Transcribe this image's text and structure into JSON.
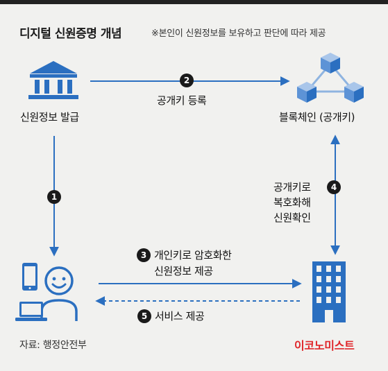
{
  "title": "디지털 신원증명 개념",
  "note": "※본인이 신원정보를 보유하고 판단에 따라 제공",
  "nodes": {
    "issuer_label": "신원정보 발급",
    "blockchain_label": "블록체인 (공개키)"
  },
  "steps": [
    {
      "num": "1",
      "text": ""
    },
    {
      "num": "2",
      "text": "공개키 등록"
    },
    {
      "num": "3",
      "line1": "개인키로 암호화한",
      "line2": "신원정보 제공"
    },
    {
      "num": "4",
      "line1": "공개키로",
      "line2": "복호화해",
      "line3": "신원확인"
    },
    {
      "num": "5",
      "text": "서비스 제공"
    }
  ],
  "source": "자료: 행정안전부",
  "brand": "이코노미스트",
  "colors": {
    "accent": "#2b6fc0",
    "badge": "#1a1a1a",
    "brand": "#e0262a",
    "background": "#f1f1ef"
  },
  "icons": [
    "bank-icon",
    "blockchain-cubes-icon",
    "smartphone-icon",
    "laptop-icon",
    "user-avatar-icon",
    "office-building-icon"
  ]
}
